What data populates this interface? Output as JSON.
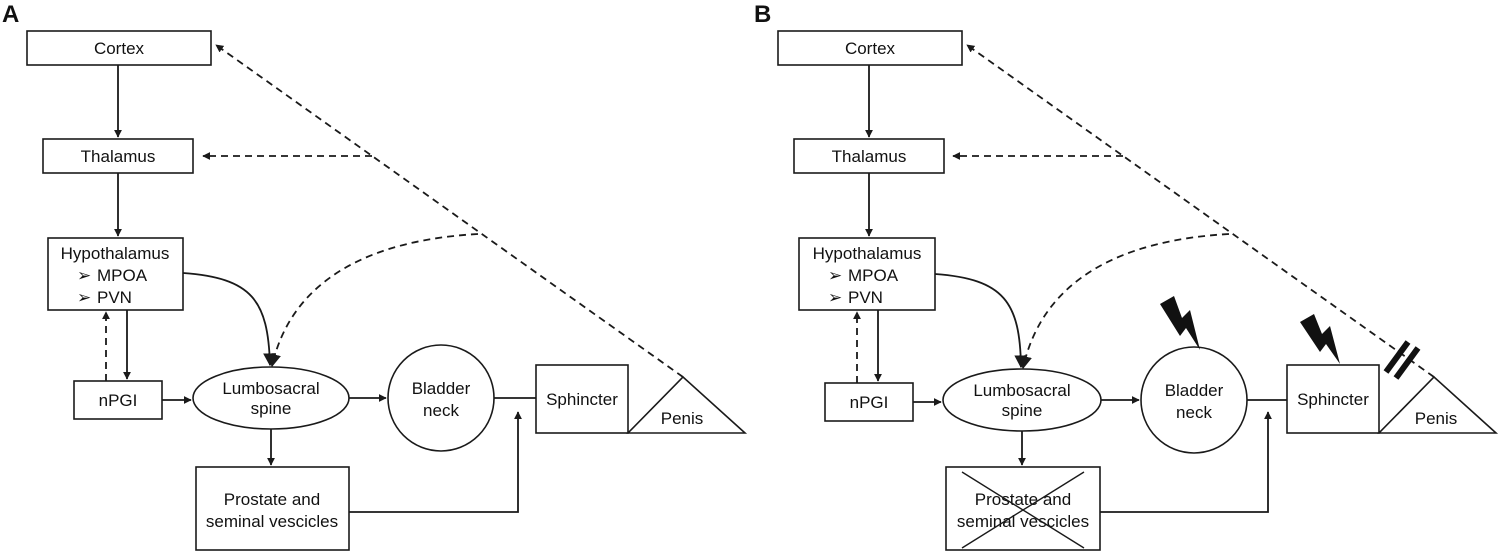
{
  "panels": [
    {
      "label": "A",
      "nodes": {
        "cortex": "Cortex",
        "thalamus": "Thalamus",
        "hypothalamus": "Hypothalamus",
        "mpoa": "MPOA",
        "pvn": "PVN",
        "npgi": "nPGI",
        "lumbosacral_line1": "Lumbosacral",
        "lumbosacral_line2": "spine",
        "bladder_line1": "Bladder",
        "bladder_line2": "neck",
        "sphincter": "Sphincter",
        "penis": "Penis",
        "prostate_line1": "Prostate and",
        "prostate_line2": "seminal vescicles"
      }
    },
    {
      "label": "B",
      "nodes": {
        "cortex": "Cortex",
        "thalamus": "Thalamus",
        "hypothalamus": "Hypothalamus",
        "mpoa": "MPOA",
        "pvn": "PVN",
        "npgi": "nPGI",
        "lumbosacral_line1": "Lumbosacral",
        "lumbosacral_line2": "spine",
        "bladder_line1": "Bladder",
        "bladder_line2": "neck",
        "sphincter": "Sphincter",
        "penis": "Penis",
        "prostate_line1": "Prostate and",
        "prostate_line2": "seminal vescicles"
      }
    }
  ],
  "bullet_glyph": "➢"
}
